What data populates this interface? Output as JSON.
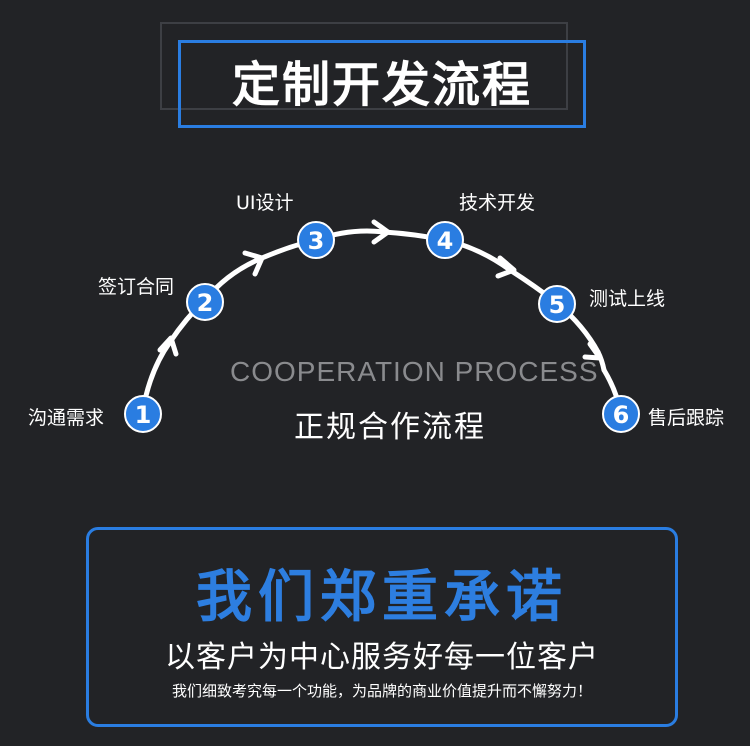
{
  "header": {
    "title": "定制开发流程"
  },
  "process": {
    "steps": [
      {
        "number": "1",
        "label": "沟通需求"
      },
      {
        "number": "2",
        "label": "签订合同"
      },
      {
        "number": "3",
        "label": "UI设计"
      },
      {
        "number": "4",
        "label": "技术开发"
      },
      {
        "number": "5",
        "label": "测试上线"
      },
      {
        "number": "6",
        "label": "售后跟踪"
      }
    ],
    "subtitle_en": "COOPERATION PROCESS",
    "subtitle_cn": "正规合作流程"
  },
  "promise": {
    "title": "我们郑重承诺",
    "subtitle": "以客户为中心服务好每一位客户",
    "note": "我们细致考究每一个功能，为品牌的商业价值提升而不懈努力！"
  },
  "colors": {
    "accent": "#2a7de1",
    "background": "#222326",
    "arc": "#ffffff"
  },
  "icons": [
    "chevron-arrow-icon"
  ]
}
